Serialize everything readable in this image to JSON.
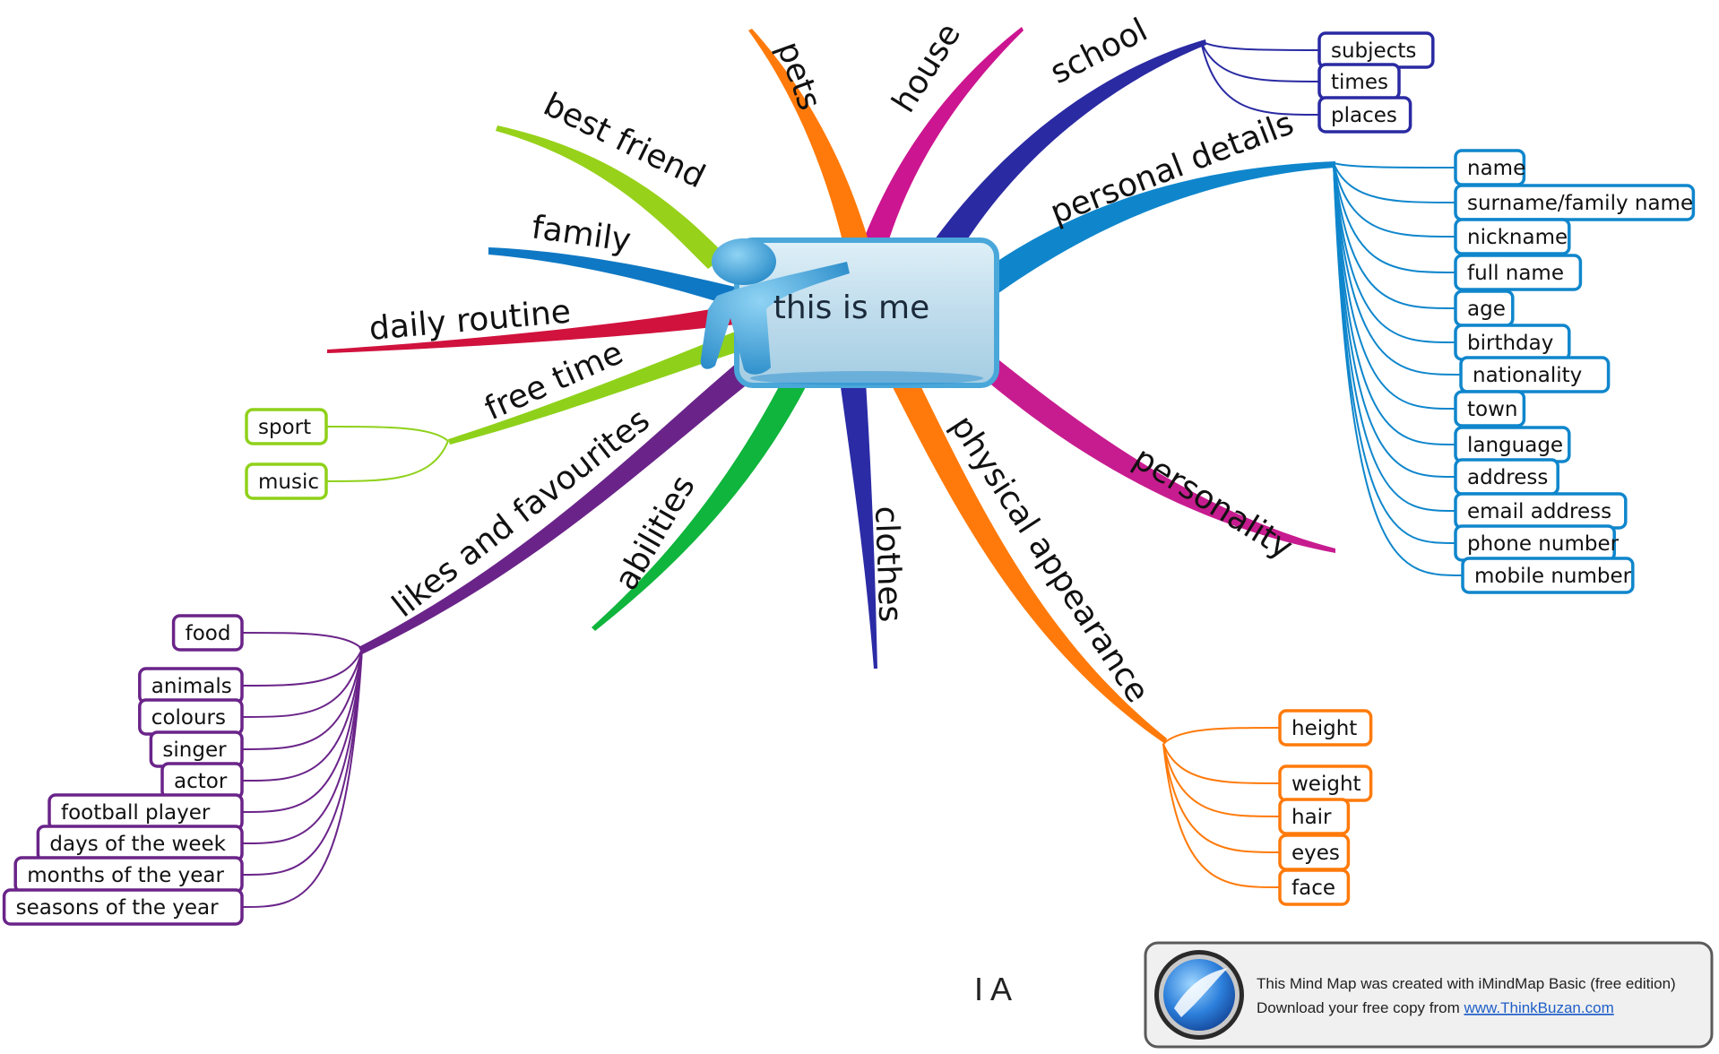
{
  "center": {
    "label": "this is me"
  },
  "colors": {
    "pets": "#ff7a0a",
    "house": "#cc1590",
    "school": "#2a2aa3",
    "personal": "#0f86cc",
    "personality": "#c71c8f",
    "physical": "#ff7a0a",
    "clothes": "#2b2ba6",
    "abilities": "#0fb53c",
    "likes": "#6a2489",
    "freetime": "#8fd11a",
    "routine": "#d0123d",
    "family": "#0f78c4",
    "bestfriend": "#97d11a"
  },
  "branches": {
    "pets": "pets",
    "house": "house",
    "school": "school",
    "personal_details": "personal details",
    "personality": "personality",
    "physical_appearance": "physical appearance",
    "clothes": "clothes",
    "abilities": "abilities",
    "likes": "likes and favourites",
    "free_time": "free time",
    "daily_routine": "daily routine",
    "family": "family",
    "best_friend": "best friend"
  },
  "school_items": [
    "subjects",
    "times",
    "places"
  ],
  "personal_items": [
    "name",
    "surname/family name",
    "nickname",
    "full name",
    "age",
    "birthday",
    "nationality",
    "town",
    "language",
    "address",
    "email address",
    "phone number",
    "mobile number"
  ],
  "physical_items": [
    "height",
    "weight",
    "hair",
    "eyes",
    "face"
  ],
  "likes_items": [
    "food",
    "animals",
    "colours",
    "singer",
    "actor",
    "football player",
    "days of the week",
    "months of the year",
    "seasons of the year"
  ],
  "freetime_items": [
    "sport",
    "music"
  ],
  "watermark": "I A",
  "footer": {
    "line1": "This Mind Map was created with iMindMap Basic (free edition)",
    "line2_prefix": "Download your free copy from ",
    "link": "www.ThinkBuzan.com"
  }
}
